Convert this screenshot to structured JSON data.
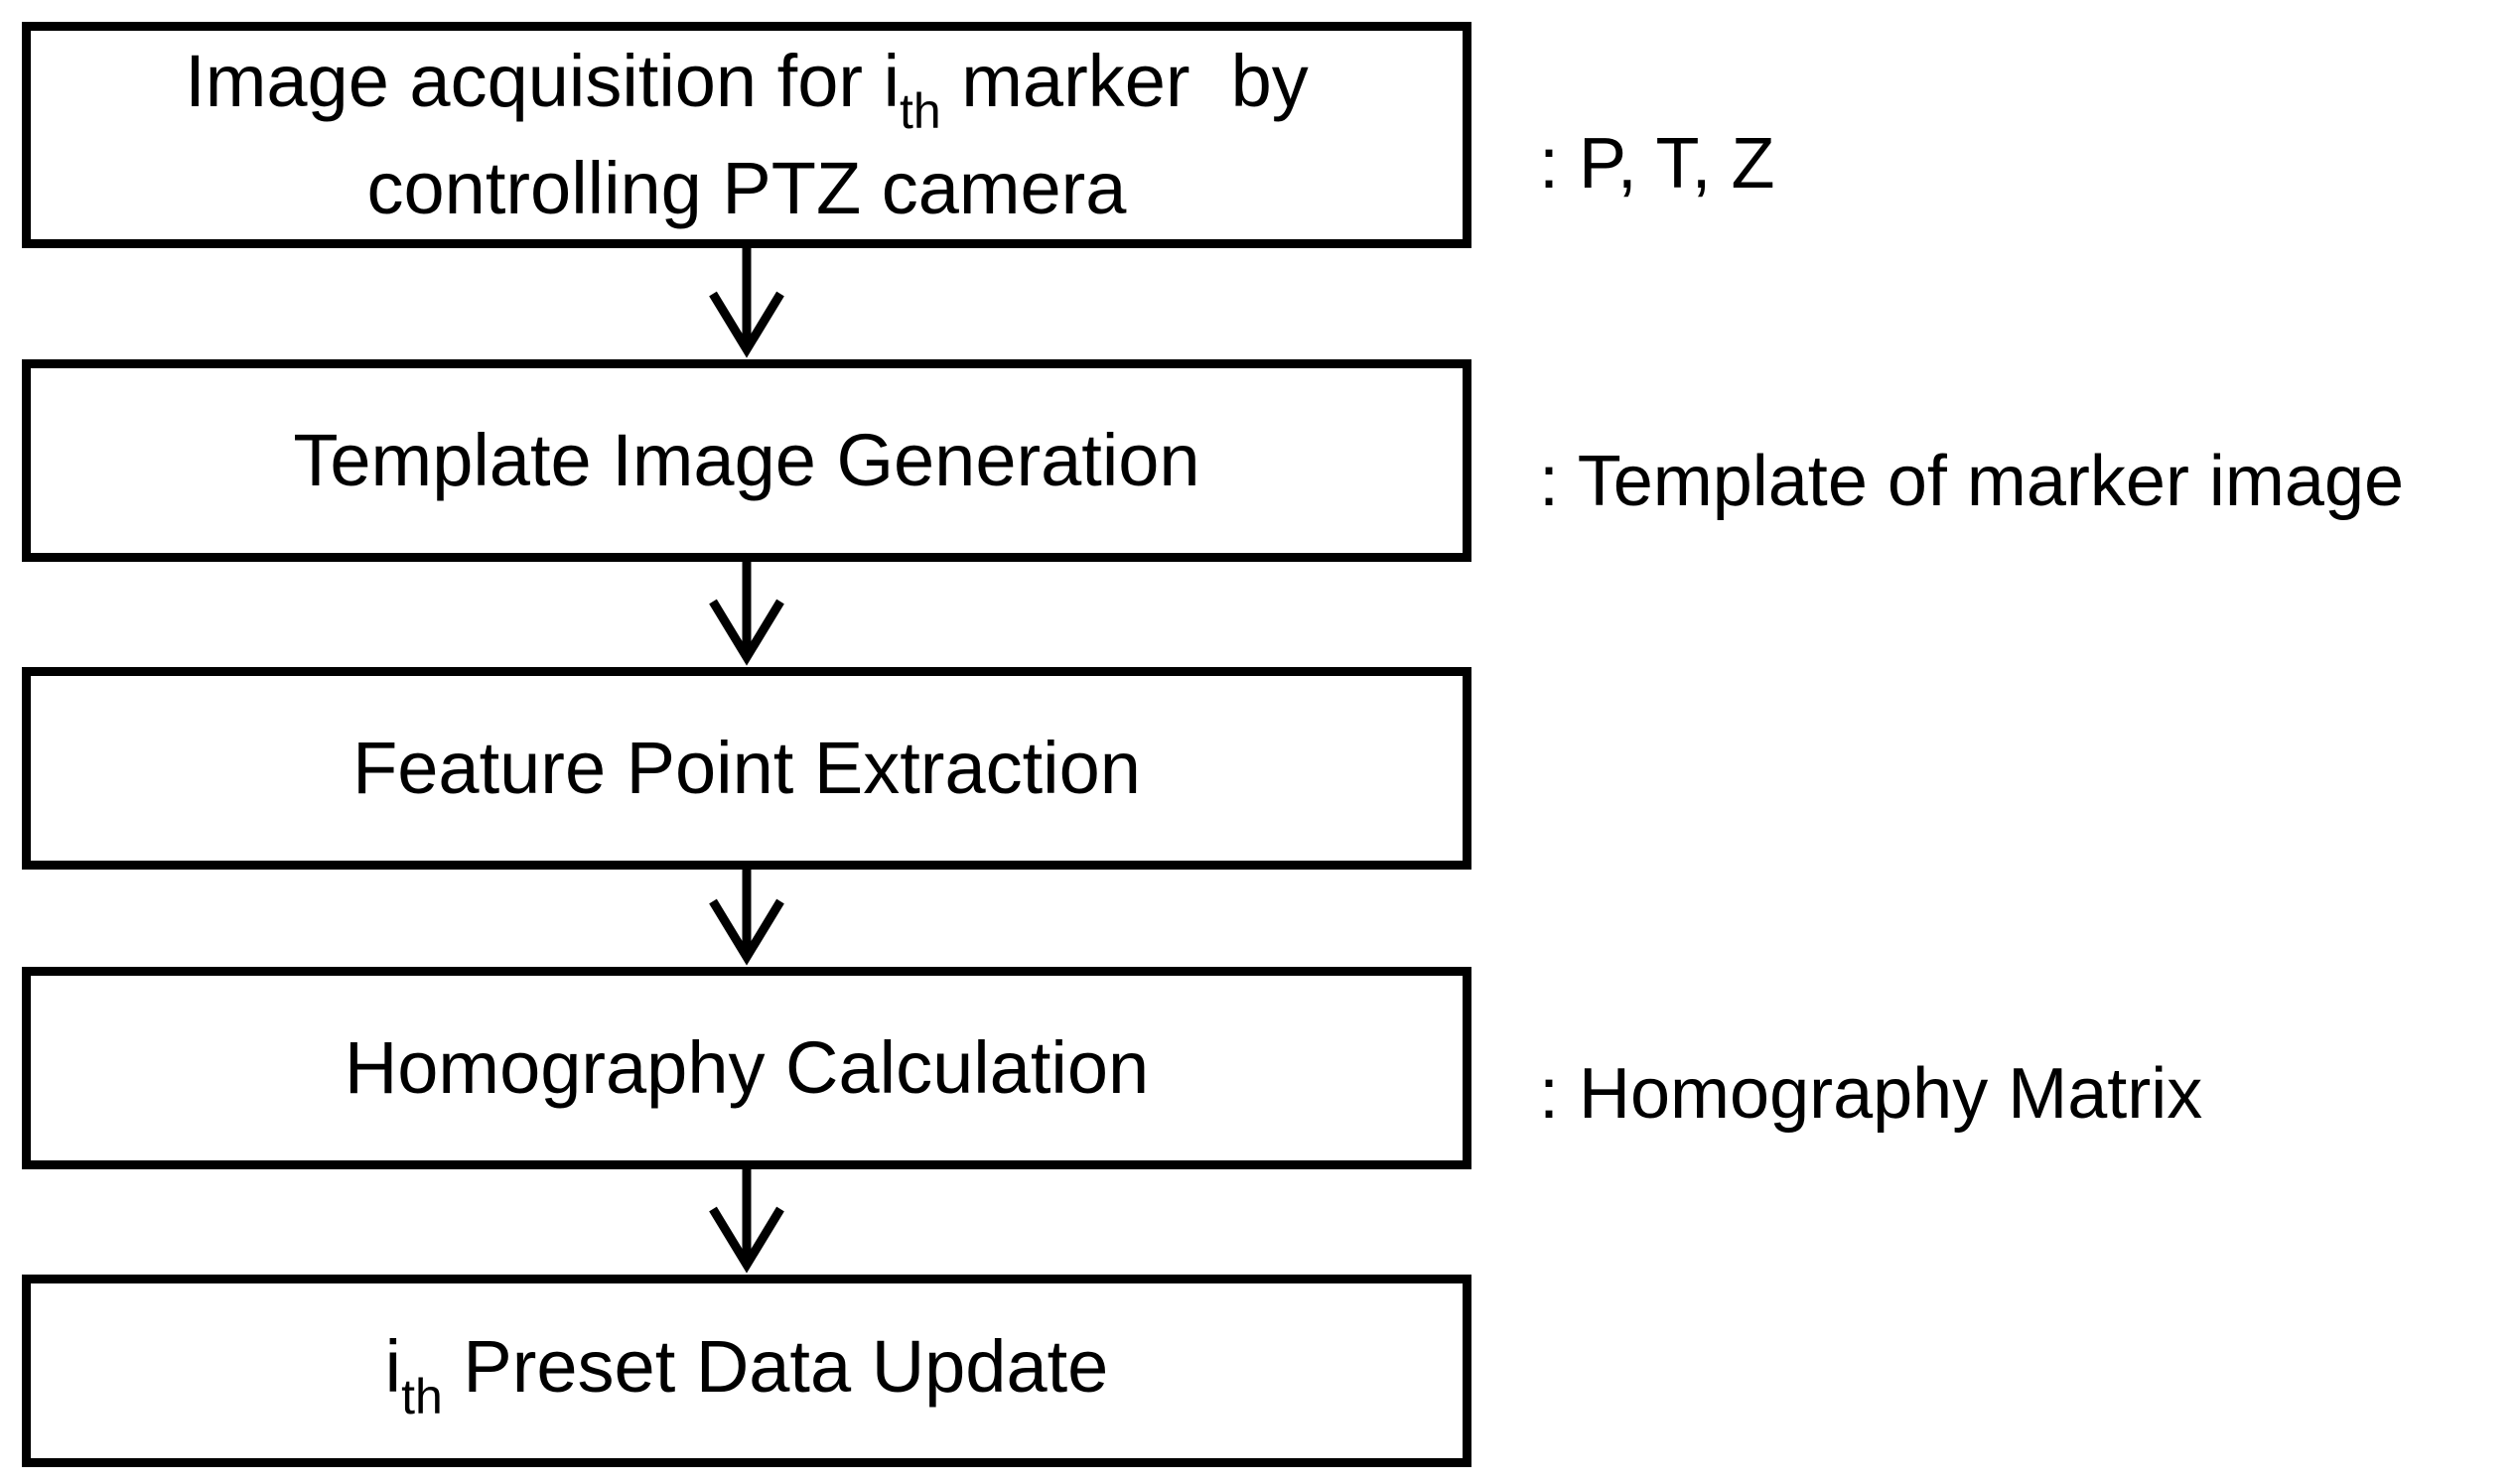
{
  "flowchart": {
    "steps": [
      {
        "id": "image-acquisition",
        "line1_prefix": "Image acquisition for i",
        "line1_sub": "th",
        "line1_suffix": " marker  by",
        "line2": "controlling PTZ camera"
      },
      {
        "id": "template-generation",
        "label": "Template Image Generation"
      },
      {
        "id": "feature-extraction",
        "label": "Feature Point Extraction"
      },
      {
        "id": "homography-calculation",
        "label": "Homography Calculation"
      },
      {
        "id": "preset-update",
        "label_prefix": "i",
        "label_sub": "th",
        "label_suffix": " Preset Data Update"
      }
    ],
    "annotations": [
      {
        "step": "image-acquisition",
        "text": ": P, T, Z"
      },
      {
        "step": "template-generation",
        "text": ": Template of marker image"
      },
      {
        "step": "homography-calculation",
        "text": ": Homography Matrix"
      }
    ],
    "colors": {
      "stroke": "#000000",
      "fill": "#ffffff",
      "text": "#000000"
    }
  }
}
